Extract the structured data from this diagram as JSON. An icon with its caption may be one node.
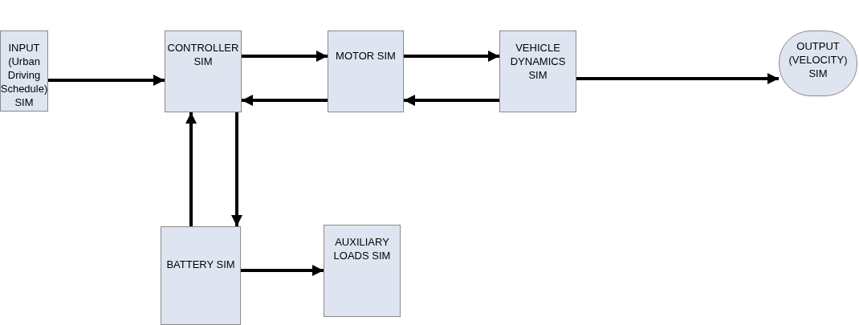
{
  "diagram": {
    "nodes": [
      {
        "text": [
          "INPUT (Urban Driving Schedule) SIM"
        ]
      },
      {
        "text": [
          "CONTROLLER SIM"
        ]
      },
      {
        "text": [
          "MOTOR SIM"
        ]
      },
      {
        "text": [
          "VEHICLE DYNAMICS SIM"
        ]
      },
      {
        "text": [
          "OUTPUT (VELOCITY) SIM"
        ]
      },
      {
        "text": [
          "BATTERY SIM"
        ]
      },
      {
        "text": [
          "AUXILIARY LOADS SIM"
        ]
      }
    ],
    "edges": [
      {
        "from": 0,
        "to": 1,
        "arrow": "to"
      },
      {
        "from": 1,
        "to": 2,
        "arrow": "to"
      },
      {
        "from": 2,
        "to": 1,
        "arrow": "to"
      },
      {
        "from": 2,
        "to": 3,
        "arrow": "to"
      },
      {
        "from": 3,
        "to": 2,
        "arrow": "to"
      },
      {
        "from": 3,
        "to": 4,
        "arrow": "to"
      },
      {
        "from": 5,
        "to": 1,
        "arrow": "to"
      },
      {
        "from": 1,
        "to": 5,
        "arrow": "to"
      },
      {
        "from": 5,
        "to": 6,
        "arrow": "to"
      }
    ]
  }
}
